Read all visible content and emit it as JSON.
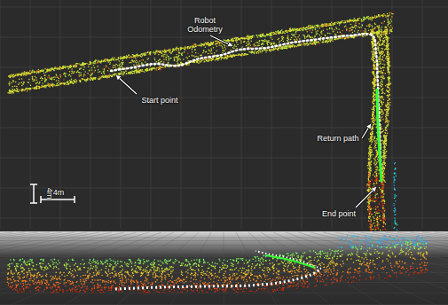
{
  "diagram": {
    "labels": [
      "Robot Odometry",
      "Start point",
      "Return path",
      "4m",
      "4m",
      "End point"
    ]
  }
}
